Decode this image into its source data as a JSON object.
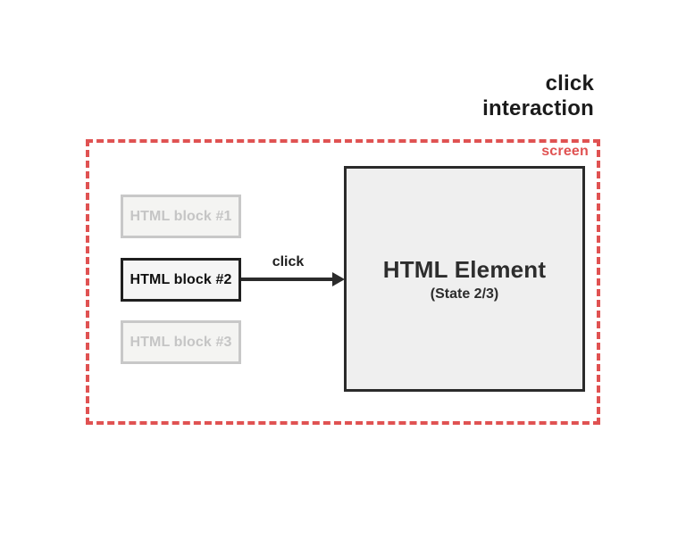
{
  "title": "click\ninteraction",
  "screen": {
    "label": "screen",
    "border_color": "#e05252"
  },
  "blocks": [
    {
      "label": "HTML block #1",
      "state": "inactive"
    },
    {
      "label": "HTML block #2",
      "state": "active"
    },
    {
      "label": "HTML block #3",
      "state": "inactive"
    }
  ],
  "arrow": {
    "label": "click",
    "color": "#2b2b2b"
  },
  "element": {
    "title": "HTML Element",
    "subtitle": "(State 2/3)",
    "background": "#efefef"
  },
  "colors": {
    "accent_red": "#e05252",
    "active_border": "#1f1f1f",
    "inactive_border": "#c8c8c8",
    "inactive_text": "#c5c5c5",
    "text_dark": "#2d2d2d"
  }
}
